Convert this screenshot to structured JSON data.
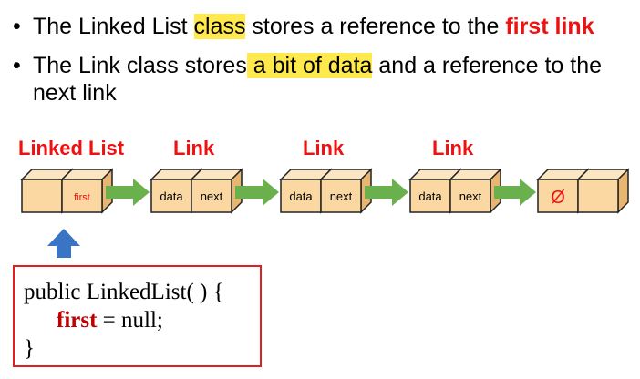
{
  "bullets": [
    {
      "p1": "The Linked List ",
      "hl": "class",
      "p2": " stores a reference to the ",
      "red": "first link"
    },
    {
      "p1": "The Link class stores",
      "hl": " a bit of data",
      "p2": " and a reference to the",
      "line2": "next link"
    }
  ],
  "labels": {
    "linked_list": "Linked List",
    "link1": "Link",
    "link2": "Link",
    "link3": "Link"
  },
  "boxes": {
    "first": "first",
    "data": "data",
    "next": "next",
    "null_symbol": "Ø"
  },
  "colors": {
    "box_face": "#fbd7a1",
    "box_top": "#fce5c1",
    "box_side": "#e9b671",
    "arrow": "#6ab04c",
    "up_arrow": "#3a74c4",
    "accent_red": "#ee1111",
    "highlight": "#ffe94d"
  },
  "code": {
    "line1": "public LinkedList( ) {",
    "kw": "first",
    "rest": " = null;",
    "line3": "}"
  }
}
